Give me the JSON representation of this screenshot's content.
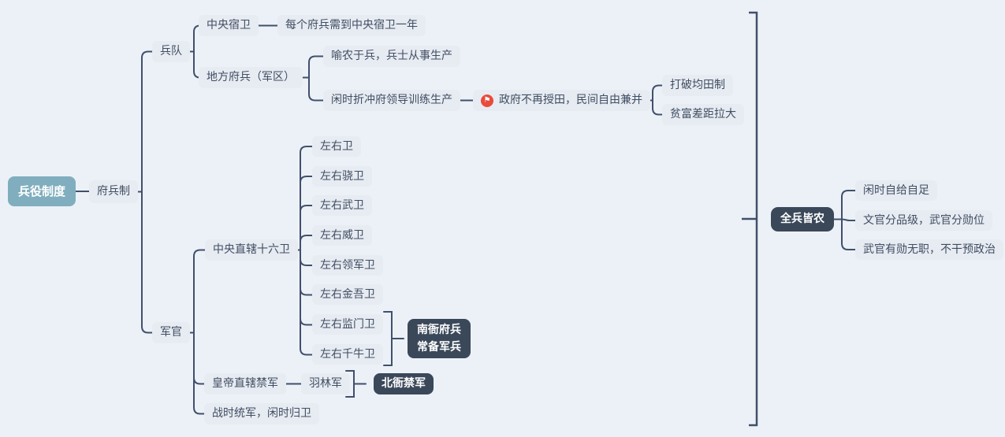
{
  "app": {
    "type": "mind-map",
    "background_color": "#ecf1f8",
    "node_color": "#e7ebf2",
    "text_color": "#404e62",
    "line_color": "#41506a",
    "root_color": "#80aebe",
    "dark_node_color": "#3a4859",
    "marker_color": "#e94b3c"
  },
  "icons": {
    "flag": "⚑"
  },
  "mindmap": {
    "root": "兵役制度",
    "fubing": "府兵制",
    "troops": "兵队",
    "central_guard": "中央宿卫",
    "central_guard_note": "每个府兵需到中央宿卫一年",
    "local_fubing": "地方府兵（军区）",
    "farm_soldiers": "喻农于兵，兵士从事生产",
    "training": "闲时折冲府领导训练生产",
    "land_callout": "政府不再授田，民间自由兼并",
    "break_juntian": "打破均田制",
    "wealth_gap": "贫富差距拉大",
    "officers": "军官",
    "sixteen_guards": "中央直辖十六卫",
    "guards": [
      "左右卫",
      "左右骁卫",
      "左右武卫",
      "左右威卫",
      "左右领军卫",
      "左右金吾卫",
      "左右监门卫",
      "左右千牛卫"
    ],
    "nanya_line1": "南衙府兵",
    "nanya_line2": "常备军兵",
    "emperor_guards": "皇帝直辖禁军",
    "yulin": "羽林军",
    "beiya": "北衙禁军",
    "wartime": "战时统军，闲时归卫",
    "summary": "全兵皆农",
    "leaf_self_sufficient": "闲时自给自足",
    "leaf_ranks": "文官分品级，武官分勋位",
    "leaf_no_politics": "武官有勋无职，不干预政治"
  }
}
